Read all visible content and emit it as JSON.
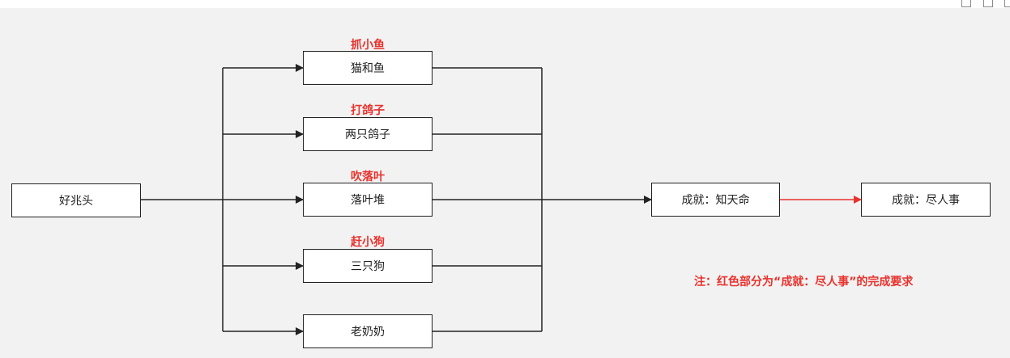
{
  "window": {
    "controls": [
      "minimize-icon",
      "maximize-icon",
      "close-icon"
    ]
  },
  "diagram": {
    "start": "好兆头",
    "branches": [
      {
        "label": "抓小鱼",
        "node": "猫和鱼"
      },
      {
        "label": "打鸽子",
        "node": "两只鸽子"
      },
      {
        "label": "吹落叶",
        "node": "落叶堆"
      },
      {
        "label": "赶小狗",
        "node": "三只狗"
      },
      {
        "label": "",
        "node": "老奶奶"
      }
    ],
    "merge_node": "成就：知天命",
    "final_node": "成就：尽人事",
    "note": "注：红色部分为“成就：尽人事”的完成要求"
  },
  "colors": {
    "accent_red": "#e8322d",
    "line": "#222222",
    "background": "#f2f2f2"
  }
}
